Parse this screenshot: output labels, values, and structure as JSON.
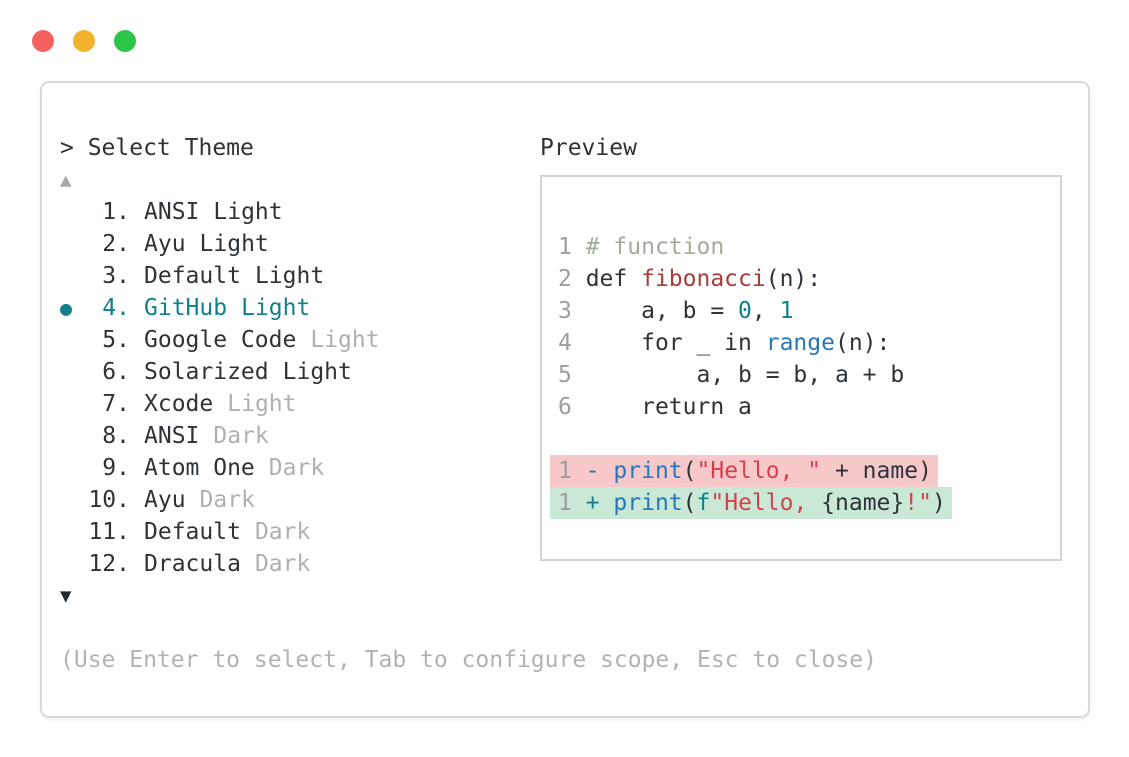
{
  "window": {
    "controls": [
      {
        "name": "close",
        "color": "#f4615e"
      },
      {
        "name": "minimize",
        "color": "#f2b32c"
      },
      {
        "name": "zoom",
        "color": "#2bc647"
      }
    ]
  },
  "theme_selector": {
    "title": "> Select Theme",
    "scroll_up": "▲",
    "scroll_down": "▼",
    "selected_bullet": "●",
    "items": [
      {
        "number": "1.",
        "label": "ANSI",
        "suffix": "Light",
        "suffix_dimmed": false,
        "selected": false
      },
      {
        "number": "2.",
        "label": "Ayu",
        "suffix": "Light",
        "suffix_dimmed": false,
        "selected": false
      },
      {
        "number": "3.",
        "label": "Default",
        "suffix": "Light",
        "suffix_dimmed": false,
        "selected": false
      },
      {
        "number": "4.",
        "label": "GitHub",
        "suffix": "Light",
        "suffix_dimmed": false,
        "selected": true
      },
      {
        "number": "5.",
        "label": "Google Code",
        "suffix": "Light",
        "suffix_dimmed": true,
        "selected": false
      },
      {
        "number": "6.",
        "label": "Solarized",
        "suffix": "Light",
        "suffix_dimmed": false,
        "selected": false
      },
      {
        "number": "7.",
        "label": "Xcode",
        "suffix": "Light",
        "suffix_dimmed": true,
        "selected": false
      },
      {
        "number": "8.",
        "label": "ANSI",
        "suffix": "Dark",
        "suffix_dimmed": true,
        "selected": false
      },
      {
        "number": "9.",
        "label": "Atom One",
        "suffix": "Dark",
        "suffix_dimmed": true,
        "selected": false
      },
      {
        "number": "10.",
        "label": "Ayu",
        "suffix": "Dark",
        "suffix_dimmed": true,
        "selected": false
      },
      {
        "number": "11.",
        "label": "Default",
        "suffix": "Dark",
        "suffix_dimmed": true,
        "selected": false
      },
      {
        "number": "12.",
        "label": "Dracula",
        "suffix": "Dark",
        "suffix_dimmed": true,
        "selected": false
      }
    ],
    "hint": "(Use Enter to select, Tab to configure scope, Esc to close)"
  },
  "preview": {
    "title": "Preview",
    "code": [
      {
        "num": "1",
        "tokens": [
          {
            "t": "# function",
            "c": "comment"
          }
        ]
      },
      {
        "num": "2",
        "tokens": [
          {
            "t": "def ",
            "c": "text"
          },
          {
            "t": "fibonacci",
            "c": "func"
          },
          {
            "t": "(n):",
            "c": "text"
          }
        ]
      },
      {
        "num": "3",
        "tokens": [
          {
            "t": "    a, b = ",
            "c": "text"
          },
          {
            "t": "0",
            "c": "literal"
          },
          {
            "t": ", ",
            "c": "text"
          },
          {
            "t": "1",
            "c": "literal"
          }
        ]
      },
      {
        "num": "4",
        "tokens": [
          {
            "t": "    for _ in ",
            "c": "text"
          },
          {
            "t": "range",
            "c": "call"
          },
          {
            "t": "(n):",
            "c": "text"
          }
        ]
      },
      {
        "num": "5",
        "tokens": [
          {
            "t": "        a, b = b, a + b",
            "c": "text"
          }
        ]
      },
      {
        "num": "6",
        "tokens": [
          {
            "t": "    return a",
            "c": "text"
          }
        ]
      }
    ],
    "diff": [
      {
        "num": "1",
        "sign": "- ",
        "kind": "removed",
        "tokens": [
          {
            "t": "print",
            "c": "call"
          },
          {
            "t": "(",
            "c": "text"
          },
          {
            "t": "\"Hello, \"",
            "c": "string"
          },
          {
            "t": " + name)",
            "c": "text"
          }
        ]
      },
      {
        "num": "1",
        "sign": "+ ",
        "kind": "added",
        "tokens": [
          {
            "t": "print",
            "c": "call"
          },
          {
            "t": "(",
            "c": "text"
          },
          {
            "t": "f",
            "c": "literal"
          },
          {
            "t": "\"Hello, ",
            "c": "string"
          },
          {
            "t": "{name}",
            "c": "text"
          },
          {
            "t": "!\"",
            "c": "string"
          },
          {
            "t": ")",
            "c": "text"
          }
        ]
      }
    ]
  },
  "colors": {
    "accent_teal": "#12808a",
    "code_call_blue": "#2878b8",
    "code_func_red": "#a63d3d",
    "code_literal_teal": "#0f7f8a",
    "code_string_red": "#d5424e",
    "code_comment_gray": "#a3ab9c",
    "diff_removed_bg": "#f7c8ca",
    "diff_added_bg": "#c9e9d6",
    "dim_text": "#b0b0b0",
    "dark_text": "#2e3338",
    "border_gray": "#d9d9d9"
  }
}
